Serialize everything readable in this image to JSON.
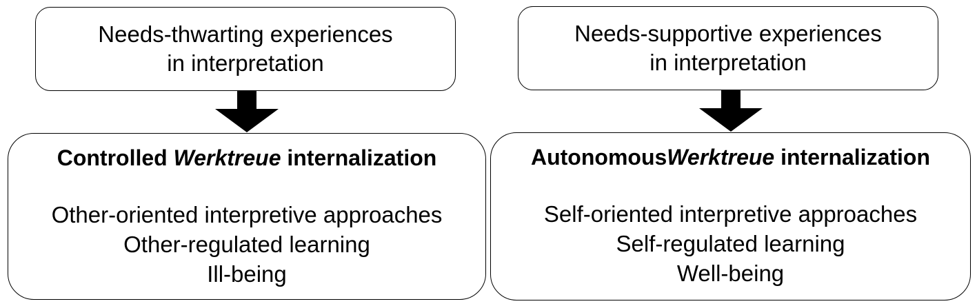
{
  "left": {
    "top_box": {
      "line1": "Needs-thwarting experiences",
      "line2": "in interpretation"
    },
    "bottom_box": {
      "heading_pre": "Controlled ",
      "heading_italic": "Werktreue",
      "heading_post": " internalization",
      "items": [
        "Other-oriented interpretive approaches",
        "Other-regulated learning",
        "Ill-being"
      ]
    }
  },
  "right": {
    "top_box": {
      "line1": "Needs-supportive experiences",
      "line2": "in interpretation"
    },
    "bottom_box": {
      "heading_pre": "Autonomous",
      "heading_italic": "Werktreue",
      "heading_post": " internalization",
      "items": [
        "Self-oriented interpretive approaches",
        "Self-regulated learning",
        "Well-being"
      ]
    }
  }
}
